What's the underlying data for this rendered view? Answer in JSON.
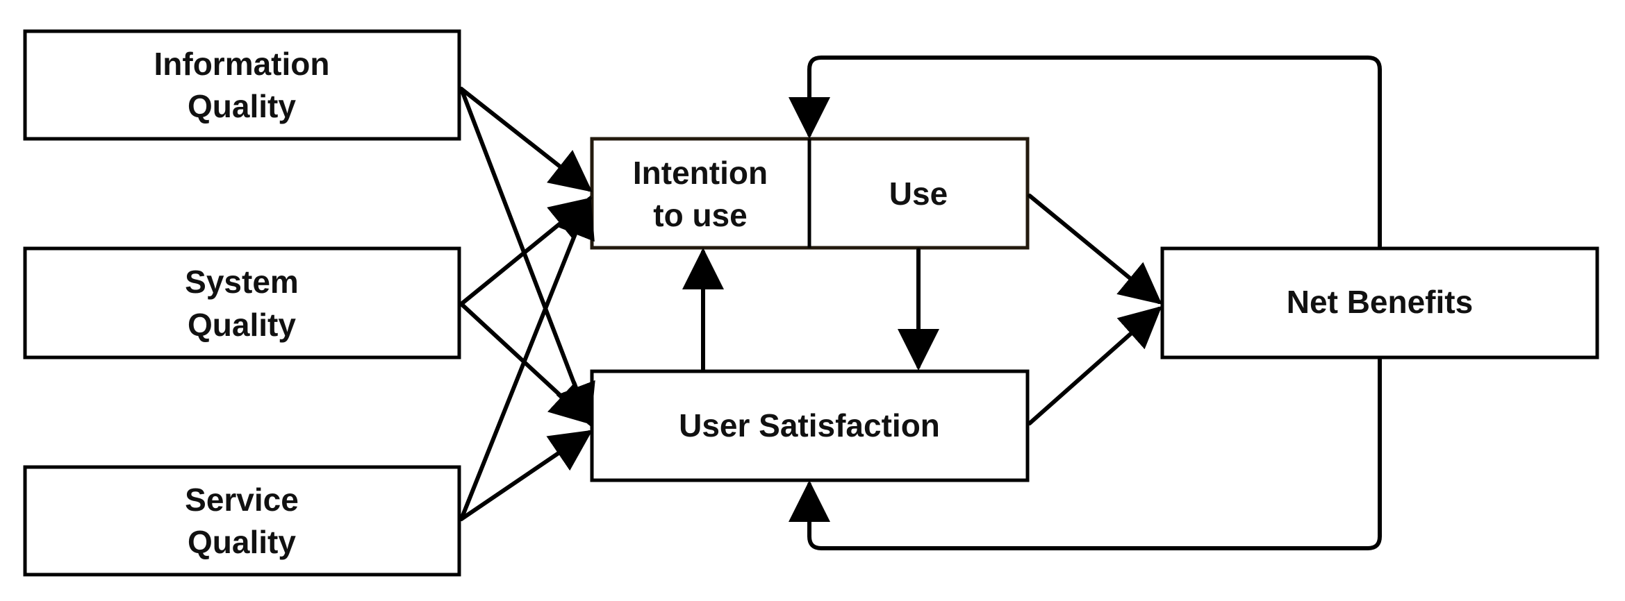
{
  "colors": {
    "background": "#ffffff",
    "stroke": "#000000",
    "text": "#111111"
  },
  "nodes": {
    "information_quality": {
      "line1": "Information",
      "line2": "Quality"
    },
    "system_quality": {
      "line1": "System",
      "line2": "Quality"
    },
    "service_quality": {
      "line1": "Service",
      "line2": "Quality"
    },
    "intention_to_use": {
      "line1": "Intention",
      "line2": "to use"
    },
    "use": {
      "label": "Use"
    },
    "user_satisfaction": {
      "label": "User Satisfaction"
    },
    "net_benefits": {
      "label": "Net Benefits"
    }
  },
  "edges": [
    {
      "from": "Information Quality",
      "to": "Intention to use"
    },
    {
      "from": "Information Quality",
      "to": "User Satisfaction"
    },
    {
      "from": "System Quality",
      "to": "Intention to use"
    },
    {
      "from": "System Quality",
      "to": "User Satisfaction"
    },
    {
      "from": "Service Quality",
      "to": "Intention to use"
    },
    {
      "from": "Service Quality",
      "to": "User Satisfaction"
    },
    {
      "from": "User Satisfaction",
      "to": "Intention to use"
    },
    {
      "from": "Use",
      "to": "User Satisfaction"
    },
    {
      "from": "Use",
      "to": "Net Benefits"
    },
    {
      "from": "User Satisfaction",
      "to": "Net Benefits"
    },
    {
      "from": "Net Benefits",
      "to": "Use"
    },
    {
      "from": "Net Benefits",
      "to": "User Satisfaction"
    }
  ]
}
